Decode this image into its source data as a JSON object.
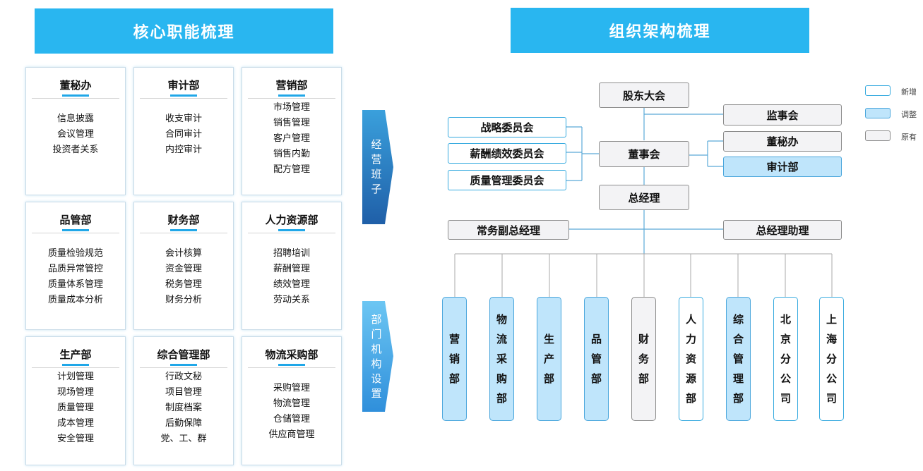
{
  "left_banner": "核心职能梳理",
  "right_banner": "组织架构梳理",
  "cards": [
    {
      "title": "董秘办",
      "items": [
        "信息披露",
        "会议管理",
        "投资者关系"
      ]
    },
    {
      "title": "审计部",
      "items": [
        "收支审计",
        "合同审计",
        "内控审计"
      ]
    },
    {
      "title": "营销部",
      "items": [
        "市场管理",
        "销售管理",
        "客户管理",
        "销售内勤",
        "配方管理"
      ]
    },
    {
      "title": "品管部",
      "items": [
        "质量检验规范",
        "品质异常管控",
        "质量体系管理",
        "质量成本分析"
      ]
    },
    {
      "title": "财务部",
      "items": [
        "会计核算",
        "资金管理",
        "税务管理",
        "财务分析"
      ]
    },
    {
      "title": "人力资源部",
      "items": [
        "招聘培训",
        "薪酬管理",
        "绩效管理",
        "劳动关系"
      ]
    },
    {
      "title": "生产部",
      "items": [
        "计划管理",
        "现场管理",
        "质量管理",
        "成本管理",
        "安全管理"
      ]
    },
    {
      "title": "综合管理部",
      "items": [
        "行政文秘",
        "项目管理",
        "制度档案",
        "后勤保障",
        "党、工、群"
      ]
    },
    {
      "title": "物流采购部",
      "items": [
        "采购管理",
        "物流管理",
        "仓储管理",
        "供应商管理"
      ]
    }
  ],
  "side_tags": [
    {
      "chars": [
        "经",
        "营",
        "班",
        "子"
      ]
    },
    {
      "chars": [
        "部",
        "门",
        "机",
        "构",
        "设",
        "置"
      ]
    }
  ],
  "org": {
    "shareholders": "股东大会",
    "supervisors": "监事会",
    "strategy": "战略委员会",
    "compensation": "薪酬绩效委员会",
    "quality_committee": "质量管理委员会",
    "board": "董事会",
    "board_secretary": "董秘办",
    "audit": "审计部",
    "gm": "总经理",
    "executive_vp": "常务副总经理",
    "gm_assistant": "总经理助理"
  },
  "depts": [
    {
      "chars": [
        "营",
        "销",
        "部"
      ],
      "status": "adjust"
    },
    {
      "chars": [
        "物",
        "流",
        "采",
        "购",
        "部"
      ],
      "status": "adjust"
    },
    {
      "chars": [
        "生",
        "产",
        "部"
      ],
      "status": "adjust"
    },
    {
      "chars": [
        "品",
        "管",
        "部"
      ],
      "status": "adjust"
    },
    {
      "chars": [
        "财",
        "务",
        "部"
      ],
      "status": "original"
    },
    {
      "chars": [
        "人",
        "力",
        "资",
        "源",
        "部"
      ],
      "status": "new"
    },
    {
      "chars": [
        "综",
        "合",
        "管",
        "理",
        "部"
      ],
      "status": "adjust"
    },
    {
      "chars": [
        "北",
        "京",
        "分",
        "公",
        "司"
      ],
      "status": "new"
    },
    {
      "chars": [
        "上",
        "海",
        "分",
        "公",
        "司"
      ],
      "status": "new"
    }
  ],
  "legend": {
    "new": "新增",
    "adjust": "调整",
    "original": "原有"
  },
  "colors": {
    "banner": "#29b6f0",
    "new_border": "#36aadf",
    "adjust_fill": "#bfe5fb",
    "original_fill": "#f3f3f5"
  }
}
